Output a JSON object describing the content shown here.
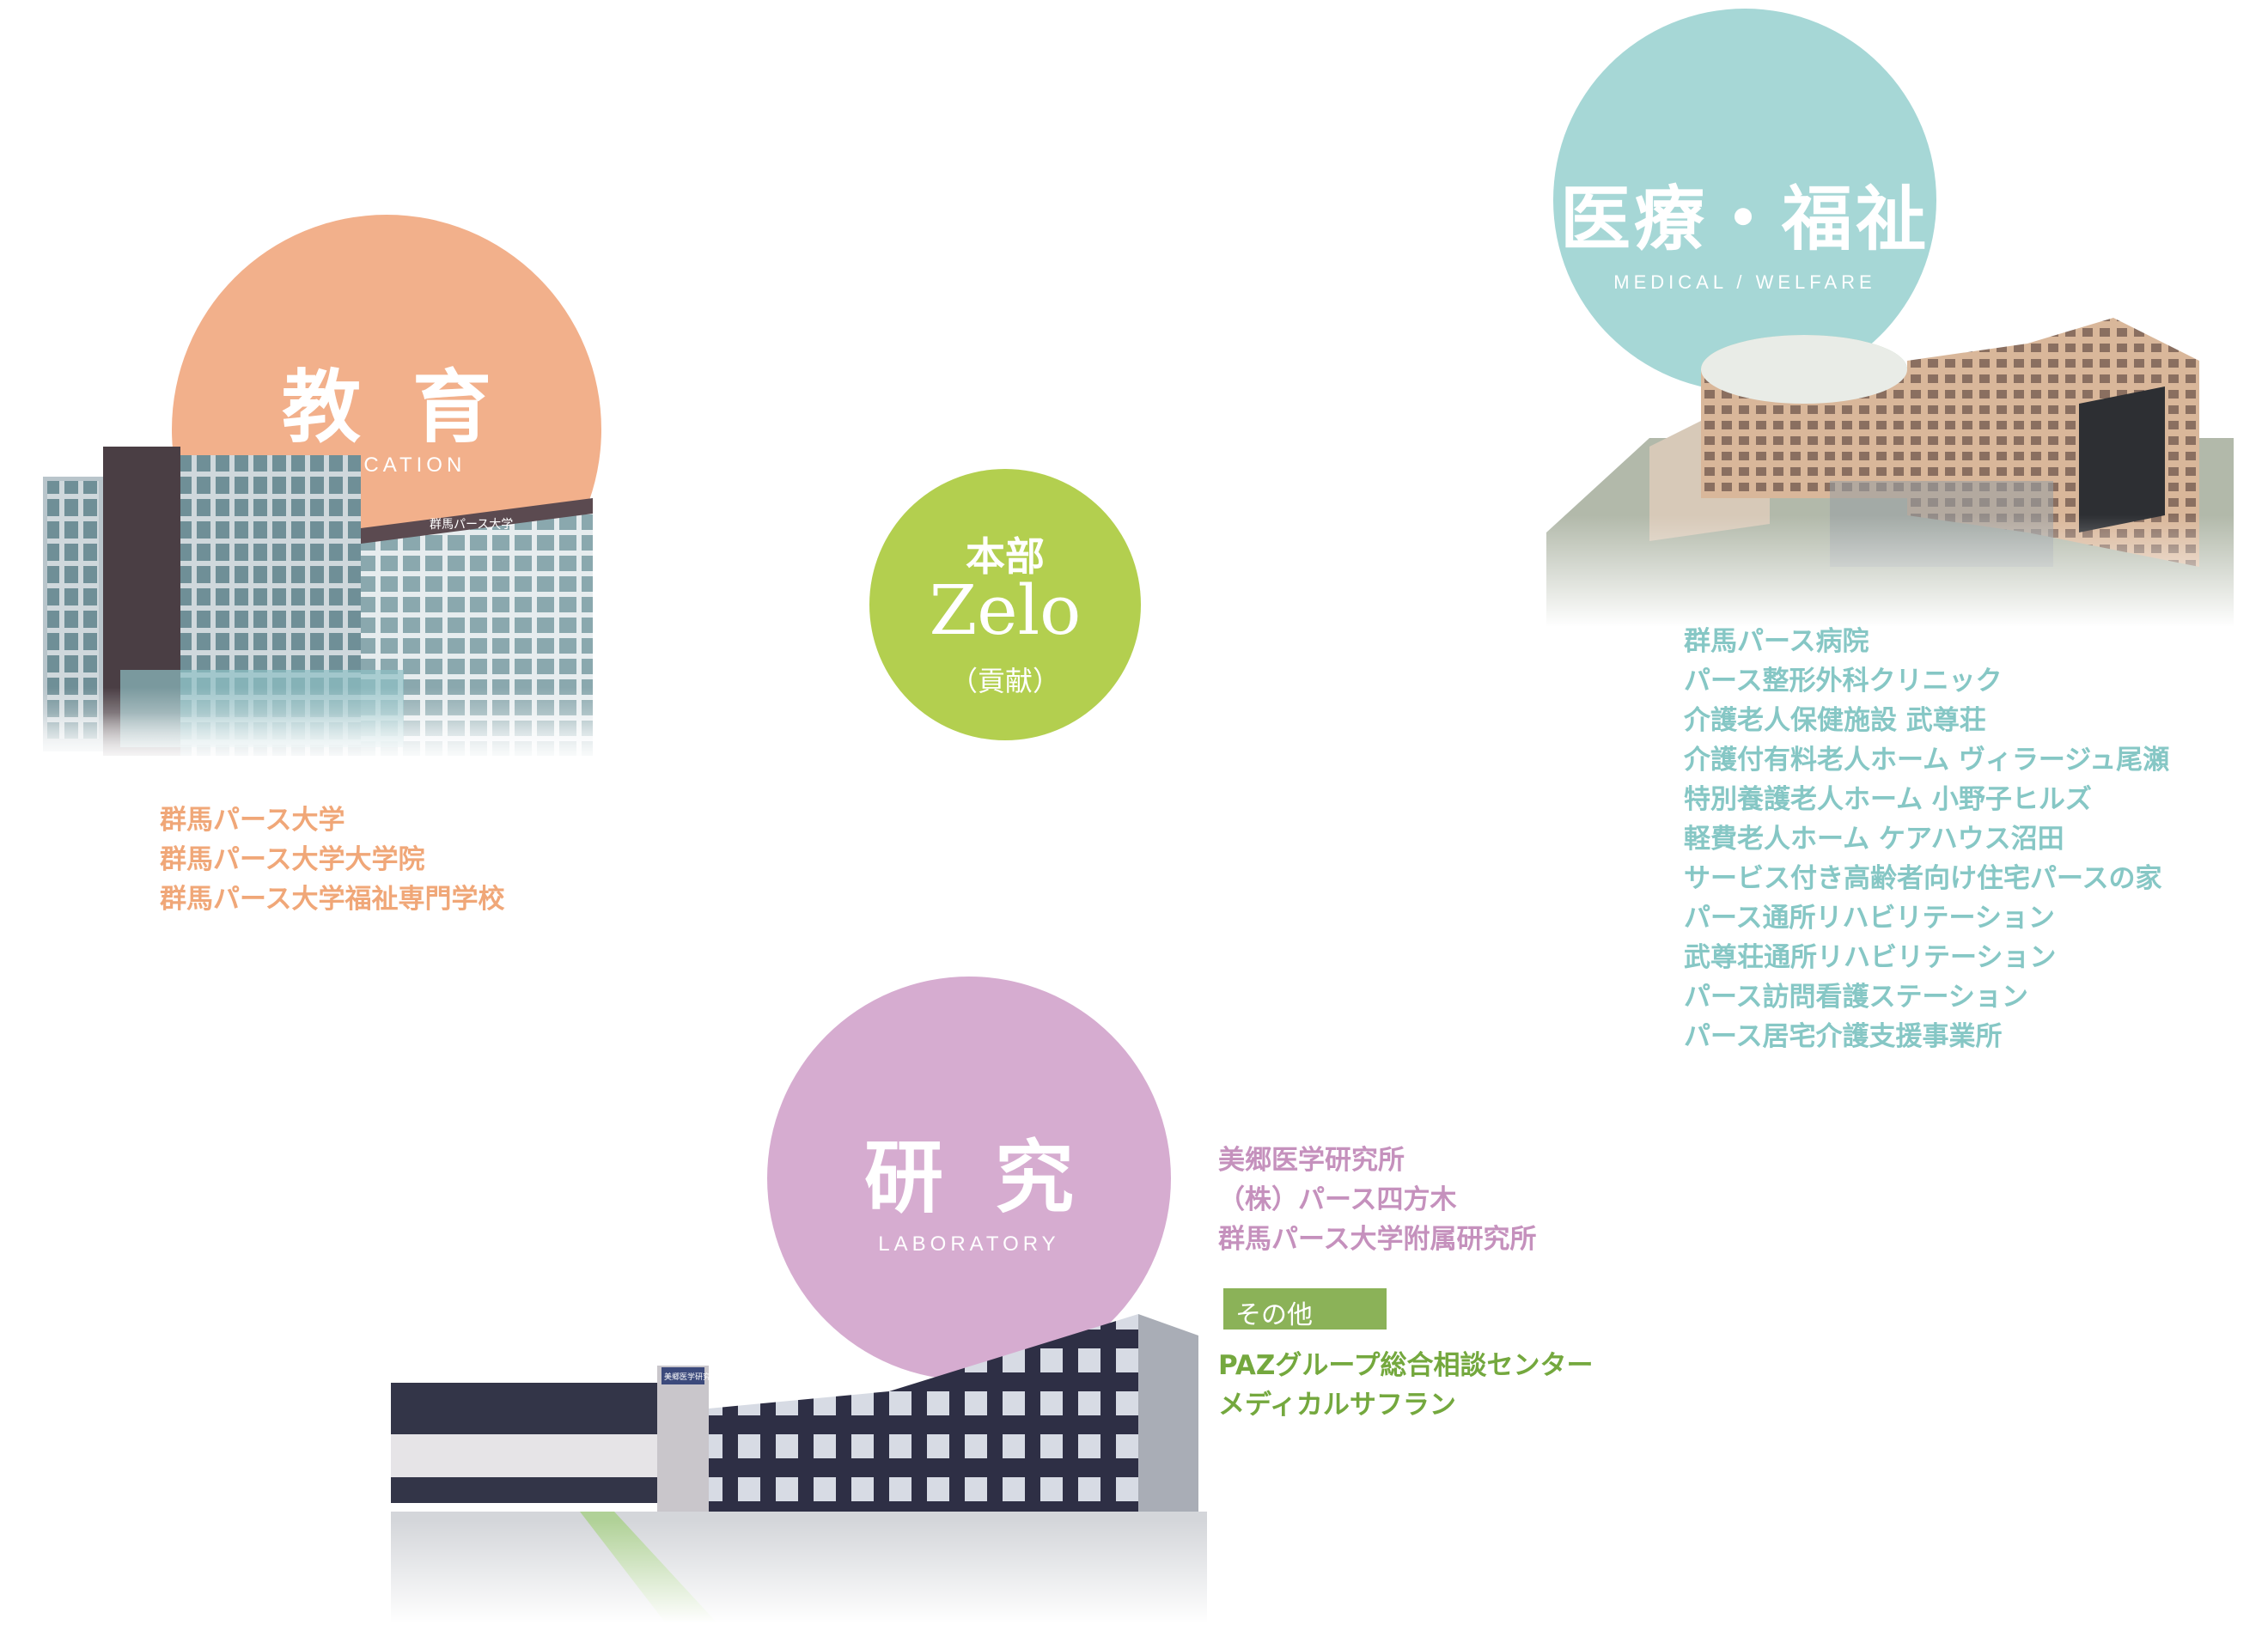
{
  "colors": {
    "education": "#f2b08b",
    "medical": "#a6d7d6",
    "research": "#d6acd0",
    "hq": "#b3cf4f",
    "other": "#8bb258",
    "education_text": "#f0a778",
    "medical_text": "#86c7c5",
    "research_text": "#c591bd",
    "other_text": "#74a83e"
  },
  "headquarters": {
    "line1": "本部",
    "line2": "Zelo",
    "line3": "（貢献）"
  },
  "education": {
    "title": "教育",
    "subtitle": "EDUCATION",
    "items": [
      "群馬パース大学",
      "群馬パース大学大学院",
      "群馬パース大学福祉専門学校"
    ]
  },
  "medical": {
    "title": "医療・福祉",
    "subtitle": "MEDICAL / WELFARE",
    "items": [
      "群馬パース病院",
      "パース整形外科クリニック",
      "介護老人保健施設 武尊荘",
      "介護付有料老人ホーム ヴィラージュ尾瀬",
      "特別養護老人ホーム 小野子ヒルズ",
      "軽費老人ホーム ケアハウス沼田",
      "サービス付き高齢者向け住宅パースの家",
      "パース通所リハビリテーション",
      "武尊荘通所リハビリテーション",
      "パース訪問看護ステーション",
      "パース居宅介護支援事業所"
    ]
  },
  "research": {
    "title": "研究",
    "subtitle": "LABORATORY",
    "items": [
      "美郷医学研究所",
      "（株）パース四方木",
      "群馬パース大学附属研究所"
    ]
  },
  "other": {
    "label": "その他",
    "items": [
      "PAZグループ総合相談センター",
      "メディカルサフラン"
    ]
  },
  "signs": {
    "education_building": "群馬パース大学",
    "research_building": "美郷医学研究所"
  }
}
